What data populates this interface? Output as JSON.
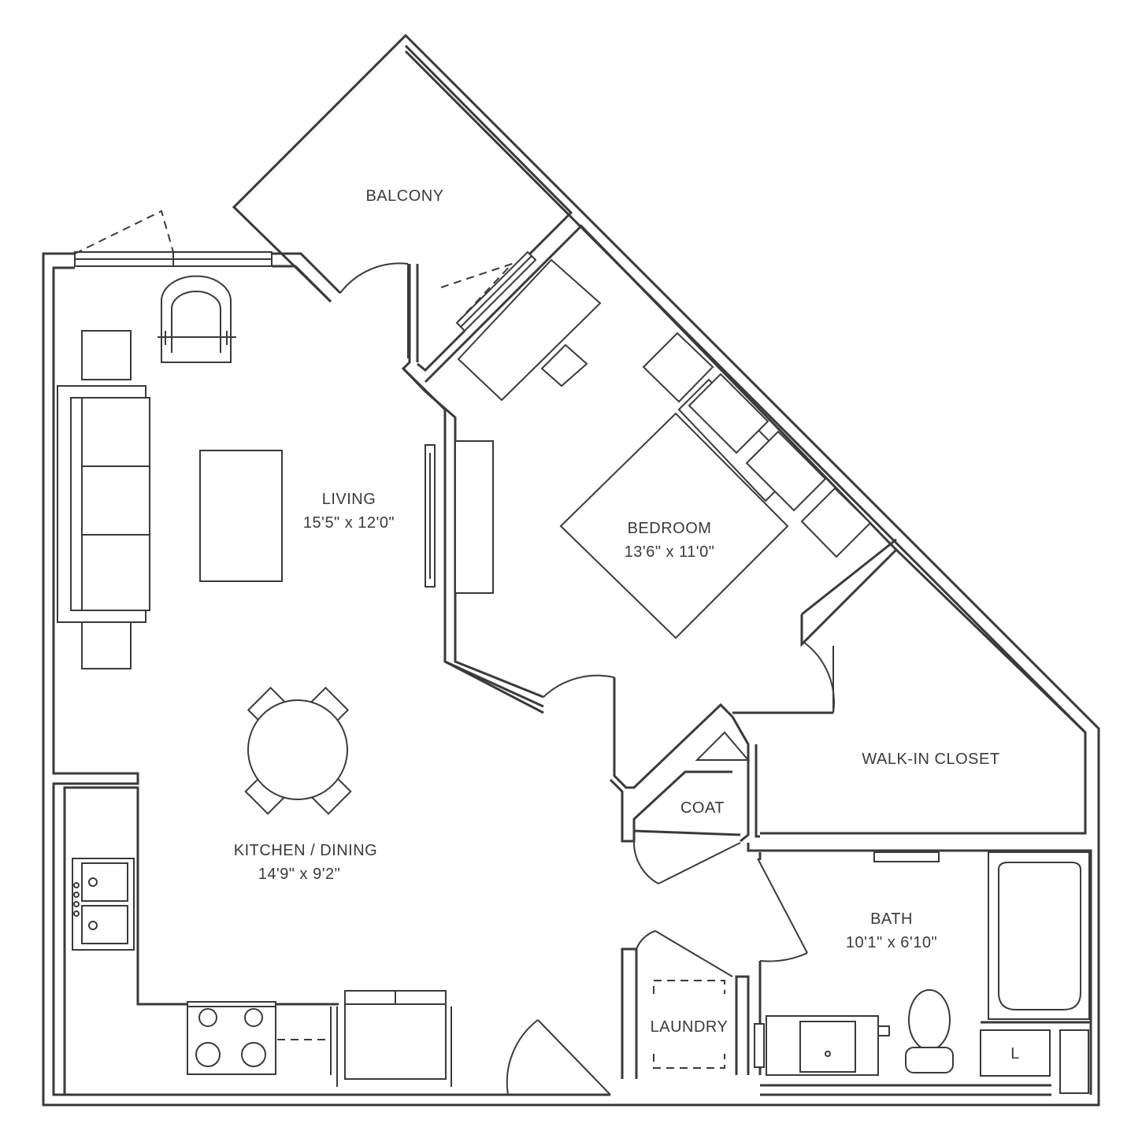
{
  "rooms": {
    "balcony": {
      "name": "BALCONY",
      "size": ""
    },
    "living": {
      "name": "LIVING",
      "size": "15'5\" x 12'0\""
    },
    "bedroom": {
      "name": "BEDROOM",
      "size": "13'6\" x 11'0\""
    },
    "walkin": {
      "name": "WALK-IN CLOSET",
      "size": ""
    },
    "coat": {
      "name": "COAT",
      "size": ""
    },
    "kitchen": {
      "name": "KITCHEN / DINING",
      "size": "14'9\" x 9'2\""
    },
    "bath": {
      "name": "BATH",
      "size": "10'1\" x 6'10\""
    },
    "laundry": {
      "name": "LAUNDRY",
      "size": ""
    },
    "linen": {
      "name": "L",
      "size": ""
    }
  },
  "colors": {
    "line": "#3a3a3a",
    "background": "#ffffff"
  }
}
